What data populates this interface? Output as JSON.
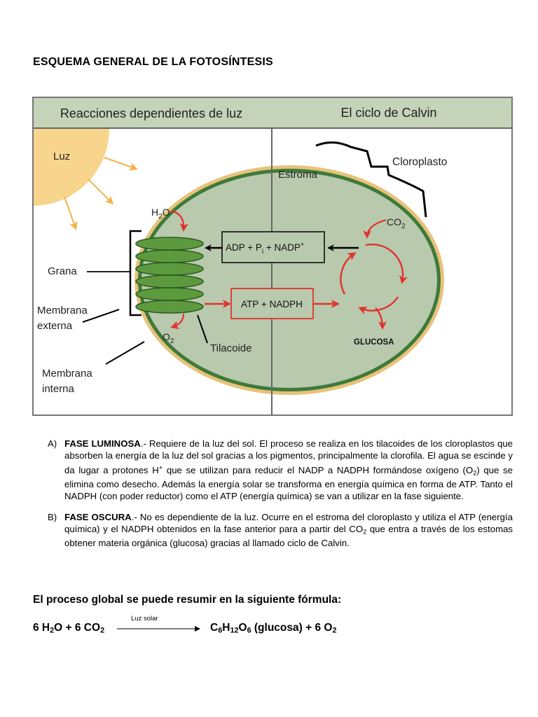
{
  "document": {
    "title": "ESQUEMA GENERAL DE LA FOTOSÍNTESIS"
  },
  "figure": {
    "header_left": "Reacciones dependientes de luz",
    "header_right": "El ciclo de Calvin",
    "labels": {
      "luz": "Luz",
      "estroma": "Estroma",
      "cloroplasto": "Cloroplasto",
      "h2o_base": "H",
      "h2o_sub": "2",
      "h2o_tail": "O",
      "co2_base": "CO",
      "co2_sub": "2",
      "grana": "Grana",
      "membrana_externa_1": "Membrana",
      "membrana_externa_2": "externa",
      "membrana_interna_1": "Membrana",
      "membrana_interna_2": "interna",
      "o2_base": "O",
      "o2_sub": "2",
      "tilacoide": "Tilacoide",
      "glucosa": "GLUCOSA"
    },
    "boxes": {
      "adp_box_a": "ADP + P",
      "adp_box_sub": "i",
      "adp_box_b": " + NADP",
      "adp_box_sup": "+",
      "atp_box": "ATP + NADPH"
    },
    "colors": {
      "header_bg": "#c5d3b8",
      "stroma": "#b9c9ad",
      "membrane_green": "#2f6b33",
      "outer_membrane": "#e7c27a",
      "sun": "#f8d58c",
      "light_arrow": "#f3b24a",
      "grana_green": "#5d9a3e",
      "red_arrow": "#e0342c"
    }
  },
  "sections": [
    {
      "marker": "A)",
      "heading": "FASE LUMINOSA",
      "text_1": ".- Requiere de la luz del sol. El proceso se realiza en los tilacoides de los cloroplastos que absorben la energía de la luz del sol gracias a los pigmentos, principalmente la clorofila. El agua se escinde y da lugar a protones H",
      "sup_1": "+",
      "text_2": " que se utilizan para reducir el NADP a NADPH formándose oxígeno (O",
      "sub_1": "2",
      "text_3": ") que se elimina como desecho. Además la energía solar se transforma en energía química en forma de ATP. Tanto el NADPH (con poder reductor) como el ATP (energía química) se van a utilizar en la fase siguiente."
    },
    {
      "marker": "B)",
      "heading": "FASE OSCURA",
      "text_1": ".- No es dependiente de la luz. Ocurre en el estroma del cloroplasto y utiliza el ATP (energía química) y el NADPH obtenidos en la fase anterior para a partir del CO",
      "sub_1": "2",
      "text_2": " que entra a través de los estomas obtener materia orgánica (glucosa) gracias al llamado ciclo de Calvin."
    }
  ],
  "formula": {
    "intro": "El proceso global se puede resumir en la siguiente fórmula:",
    "arrow_label": "Luz solar",
    "lhs_a": "6 H",
    "lhs_sub_a": "2",
    "lhs_b": "O + 6 CO",
    "lhs_sub_b": "2",
    "rhs_a": "C",
    "rhs_sub_a": "6",
    "rhs_b": "H",
    "rhs_sub_b": "12",
    "rhs_c": "O",
    "rhs_sub_c": "6",
    "rhs_d": " (glucosa) + 6 O",
    "rhs_sub_d": "2"
  }
}
